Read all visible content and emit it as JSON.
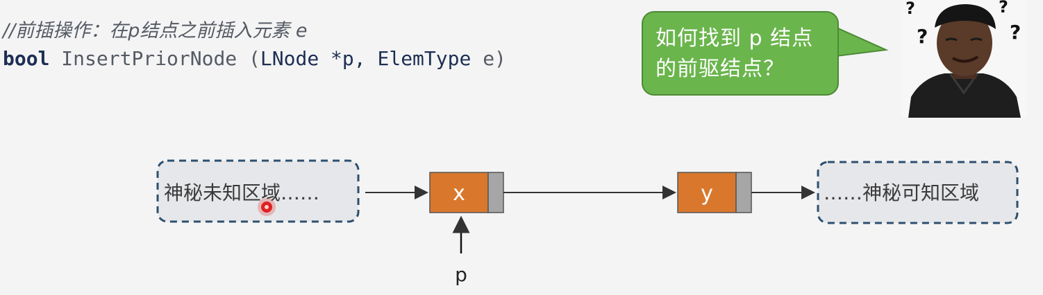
{
  "code": {
    "comment": "//前插操作：在p结点之前插入元素 e",
    "signature": {
      "keyword": "bool",
      "function_name": "InsertPriorNode",
      "open_paren": "(",
      "param1_type": "LNode",
      "param1_name": "*p,",
      "param2_type": "ElemType",
      "param2_name": "e)"
    }
  },
  "bubble": {
    "text": "如何找到 p 结点的前驱结点？"
  },
  "reaction_image": {
    "marks": [
      "?",
      "?",
      "?",
      "?"
    ]
  },
  "diagram": {
    "left_region": "神秘未知区域……",
    "right_region": "……神秘可知区域",
    "nodes": [
      {
        "label": "x"
      },
      {
        "label": "y"
      }
    ],
    "pointer_label": "p"
  },
  "colors": {
    "node_fill": "#d9782d",
    "node_next_fill": "#a6a6a6",
    "region_border": "#2d4f6e",
    "bubble_fill": "#6ab54c",
    "cursor_dot": "#e02020"
  }
}
